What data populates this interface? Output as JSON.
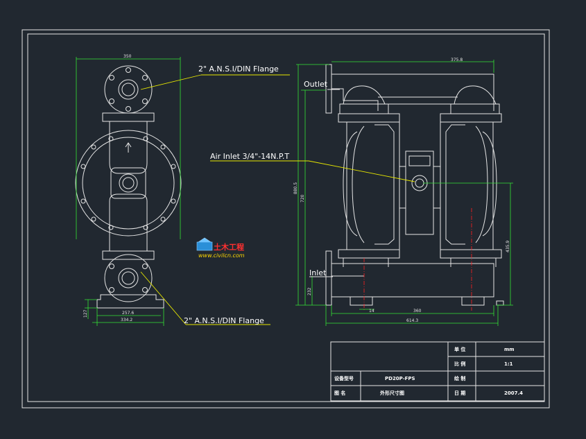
{
  "labels": {
    "flange_top": "2\" A.N.S.I/DIN  Flange",
    "flange_bottom": "2\" A.N.S.I/DIN  Flange",
    "outlet": "Outlet",
    "air_inlet": "Air Inlet 3/4\"-14N.P.T",
    "inlet": "Inlet"
  },
  "dimensions": {
    "left_top_width": "350",
    "left_bolt_span": "257.6",
    "left_base_width": "334.2",
    "left_base_height": "127",
    "right_top": "375.8",
    "right_h1": "880.5",
    "right_h2": "720",
    "right_inlet_h": "232",
    "right_h3": "435.9",
    "right_w1": "360",
    "right_w2": "614.3",
    "right_small": "14"
  },
  "watermark": {
    "text": "土木工程",
    "url": "www.civilcn.com"
  },
  "title_block": {
    "unit_label": "单 位",
    "unit_value": "mm",
    "scale_label": "比 例",
    "scale_value": "1:1",
    "model_label": "设备型号",
    "model_value": "PD20P-FPS",
    "drawn_label": "绘 制",
    "drawn_value": "",
    "name_label": "图 名",
    "name_value": "外形尺寸图",
    "date_label": "日 期",
    "date_value": "2007.4"
  },
  "colors": {
    "background": "#212830",
    "outline": "#e6e6e6",
    "dimension": "#34e234",
    "leader": "#e8e800",
    "centerline": "#ff2020"
  }
}
